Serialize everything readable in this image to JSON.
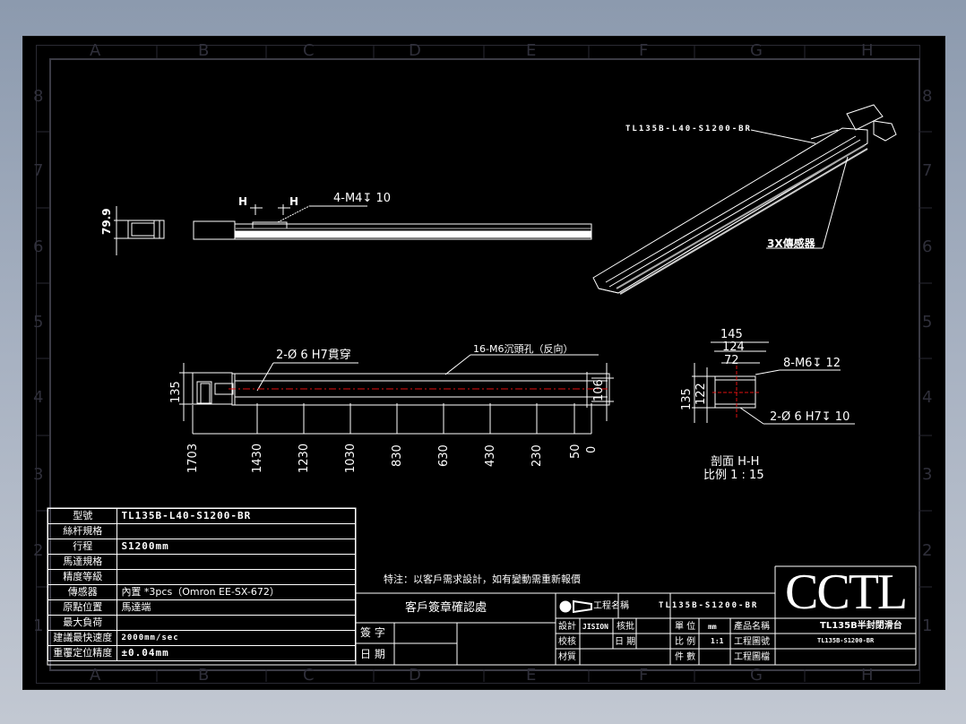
{
  "drawing": {
    "zones_columns": [
      "A",
      "B",
      "C",
      "D",
      "E",
      "F",
      "G",
      "H"
    ],
    "zones_rows": [
      "8",
      "7",
      "6",
      "5",
      "4",
      "3",
      "2",
      "1"
    ],
    "colors": {
      "background": "#000000",
      "line": "#ffffff",
      "centerline": "#e01010",
      "frame": "#2f2f3a"
    }
  },
  "views": {
    "end_view": {
      "dim_height": "79.9"
    },
    "top_view": {
      "section_mark_left": "H",
      "section_mark_right": "H",
      "callout": "4-M4↧ 10"
    },
    "isometric": {
      "model_label": "TL135B-L40-S1200-BR",
      "sensor_label": "3X傳感器"
    },
    "front_view": {
      "callout_holes": "2-Ø 6  H7貫穿",
      "callout_counterbore": "16-M6沉頭孔（反向）",
      "dim_height_left": "135",
      "dim_height_right": "106",
      "positions": [
        "1703",
        "1430",
        "1230",
        "1030",
        "830",
        "630",
        "430",
        "230",
        "50",
        "0"
      ]
    },
    "section_view": {
      "dim_145": "145",
      "dim_124": "124",
      "dim_72": "72",
      "dim_135": "135",
      "dim_122": "122",
      "callout_tapped": "8-M6↧ 12",
      "callout_pin": "2-Ø 6  H7↧ 10",
      "title": "剖面  H-H",
      "scale": "比例  1 : 15"
    }
  },
  "spec_table": {
    "rows": [
      {
        "label": "型號",
        "value": "TL135B-L40-S1200-BR"
      },
      {
        "label": "絲杆規格",
        "value": ""
      },
      {
        "label": "行程",
        "value": "S1200mm"
      },
      {
        "label": "馬達規格",
        "value": ""
      },
      {
        "label": "精度等級",
        "value": ""
      },
      {
        "label": "傳感器",
        "value": "內置 *3pcs（Omron EE-SX-672）"
      },
      {
        "label": "原點位置",
        "value": "馬達端"
      },
      {
        "label": "最大負荷",
        "value": ""
      },
      {
        "label": "建議最快速度",
        "value": "2000mm/sec"
      },
      {
        "label": "重覆定位精度",
        "value": "±0.04mm"
      }
    ]
  },
  "notes": {
    "special_note": "特注：以客戶需求設計，如有變動需重新報價"
  },
  "approval_block": {
    "title": "客戶簽章確認處",
    "sign_label": "簽 字",
    "date_label": "日 期"
  },
  "title_block": {
    "project_name_label": "工程名稱",
    "project_name_value": "TL135B-S1200-BR",
    "design_label": "設計",
    "design_value": "JISION",
    "approve_label": "核批",
    "check_label": "校核",
    "date_label": "日 期",
    "material_label": "材質",
    "unit_label": "單 位",
    "unit_value": "mm",
    "scale_label": "比 例",
    "scale_value": "1:1",
    "qty_label": "件 數",
    "product_name_label": "產品名稱",
    "drawing_no_label": "工程圖號",
    "drawing_file_label": "工程圖檔",
    "logo": "CCTL",
    "product_name": "TL135B半封閉滑台",
    "drawing_no": "TL135B-S1200-BR"
  }
}
